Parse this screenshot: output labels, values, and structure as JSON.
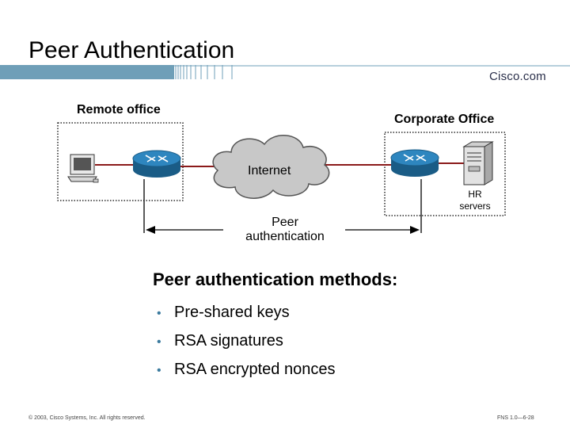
{
  "slide": {
    "title": "Peer Authentication",
    "brand": "Cisco.com"
  },
  "diagram": {
    "remote_office_label": "Remote office",
    "corporate_office_label": "Corporate Office",
    "internet_label": "Internet",
    "hr_servers_label": "HR servers",
    "peer_auth_label": "Peer authentication"
  },
  "methods": {
    "heading": "Peer authentication methods:",
    "items": [
      "Pre-shared keys",
      "RSA signatures",
      "RSA encrypted nonces"
    ],
    "bullet_glyph": "•"
  },
  "footer": {
    "copyright": "© 2003, Cisco Systems, Inc. All rights reserved.",
    "course_code": "FNS 1.0—6-28"
  },
  "colors": {
    "header_bar": "#6f9fb8",
    "link_line": "#8b1a1a",
    "router_blue": "#1f6e9e",
    "cloud_gray": "#c8c8c8",
    "bullet": "#3b7a9e"
  }
}
